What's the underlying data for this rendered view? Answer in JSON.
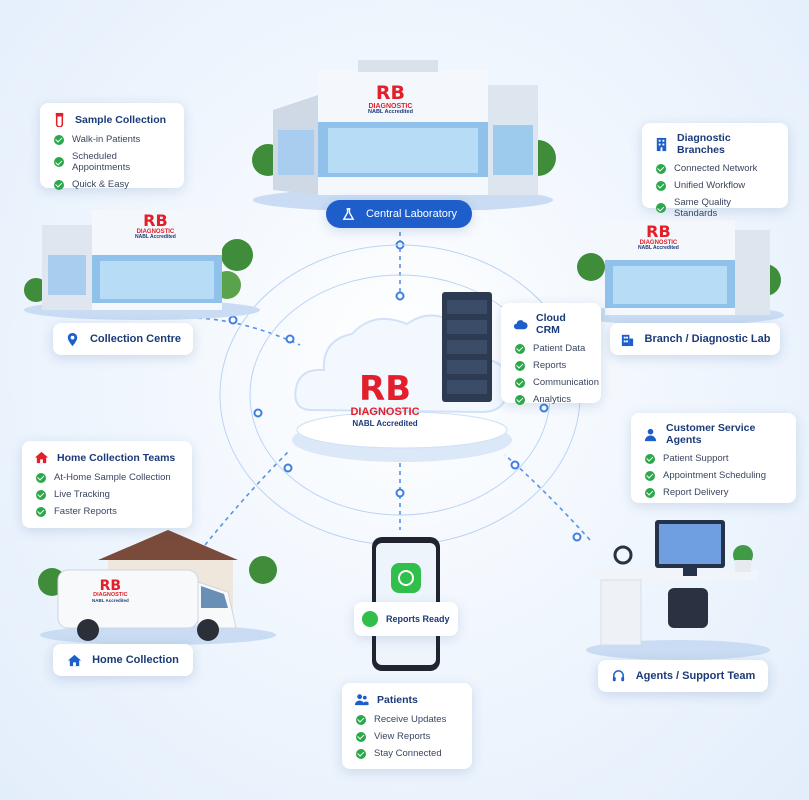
{
  "brand": {
    "name": "RB",
    "sub": "DIAGNOSTIC",
    "accreditation": "NABL Accredited"
  },
  "colors": {
    "primary_blue": "#1d5ecb",
    "brand_red": "#e21f2a",
    "check_green": "#2aa84a"
  },
  "central_lab": {
    "label": "Central Laboratory",
    "icon": "flask-icon"
  },
  "collection_centre": {
    "label": "Collection Centre",
    "icon": "location-pin-icon"
  },
  "branch_lab": {
    "label": "Branch / Diagnostic Lab",
    "icon": "building-icon"
  },
  "home_collection": {
    "label": "Home Collection",
    "icon": "home-icon"
  },
  "agents": {
    "label": "Agents / Support Team",
    "icon": "headset-icon"
  },
  "sample_collection": {
    "title": "Sample Collection",
    "icon": "sample-tube-icon",
    "items": [
      "Walk-in Patients",
      "Scheduled Appointments",
      "Quick & Easy"
    ]
  },
  "diagnostic_branches": {
    "title": "Diagnostic Branches",
    "icon": "building-icon",
    "items": [
      "Connected Network",
      "Unified Workflow",
      "Same Quality Standards"
    ]
  },
  "cloud_crm": {
    "title": "Cloud CRM",
    "icon": "cloud-icon",
    "items": [
      "Patient Data",
      "Reports",
      "Communication",
      "Analytics"
    ]
  },
  "home_collection_teams": {
    "title": "Home Collection Teams",
    "icon": "home-icon",
    "items": [
      "At-Home Sample Collection",
      "Live Tracking",
      "Faster Reports"
    ]
  },
  "customer_service": {
    "title": "Customer Service Agents",
    "icon": "user-support-icon",
    "items": [
      "Patient Support",
      "Appointment Scheduling",
      "Report Delivery"
    ]
  },
  "patients": {
    "title": "Patients",
    "icon": "users-icon",
    "items": [
      "Receive Updates",
      "View Reports",
      "Stay Connected"
    ]
  },
  "phone": {
    "notification": "Reports Ready",
    "app_icon": "whatsapp-icon"
  }
}
